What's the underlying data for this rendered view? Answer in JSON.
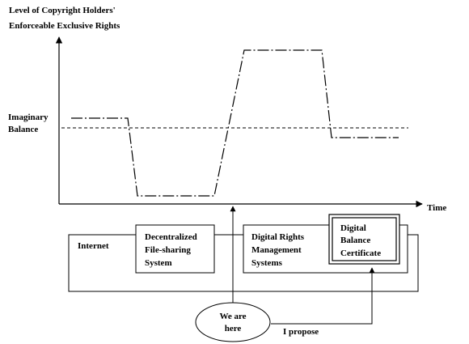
{
  "y_axis_title_line1": "Level of Copyright Holders'",
  "y_axis_title_line2": "Enforceable Exclusive Rights",
  "imaginary_balance_line1": "Imaginary",
  "imaginary_balance_line2": "Balance",
  "x_axis_label": "Time",
  "internet_label": "Internet",
  "decentralized": {
    "line1": "Decentralized",
    "line2": "File-sharing",
    "line3": "System"
  },
  "drm": {
    "line1": "Digital Rights",
    "line2": "Management",
    "line3": "Systems"
  },
  "certificate": {
    "line1": "Digital",
    "line2": "Balance",
    "line3": "Certificate"
  },
  "we_are_here": {
    "line1": "We are",
    "line2": "here"
  },
  "i_propose": "I propose"
}
